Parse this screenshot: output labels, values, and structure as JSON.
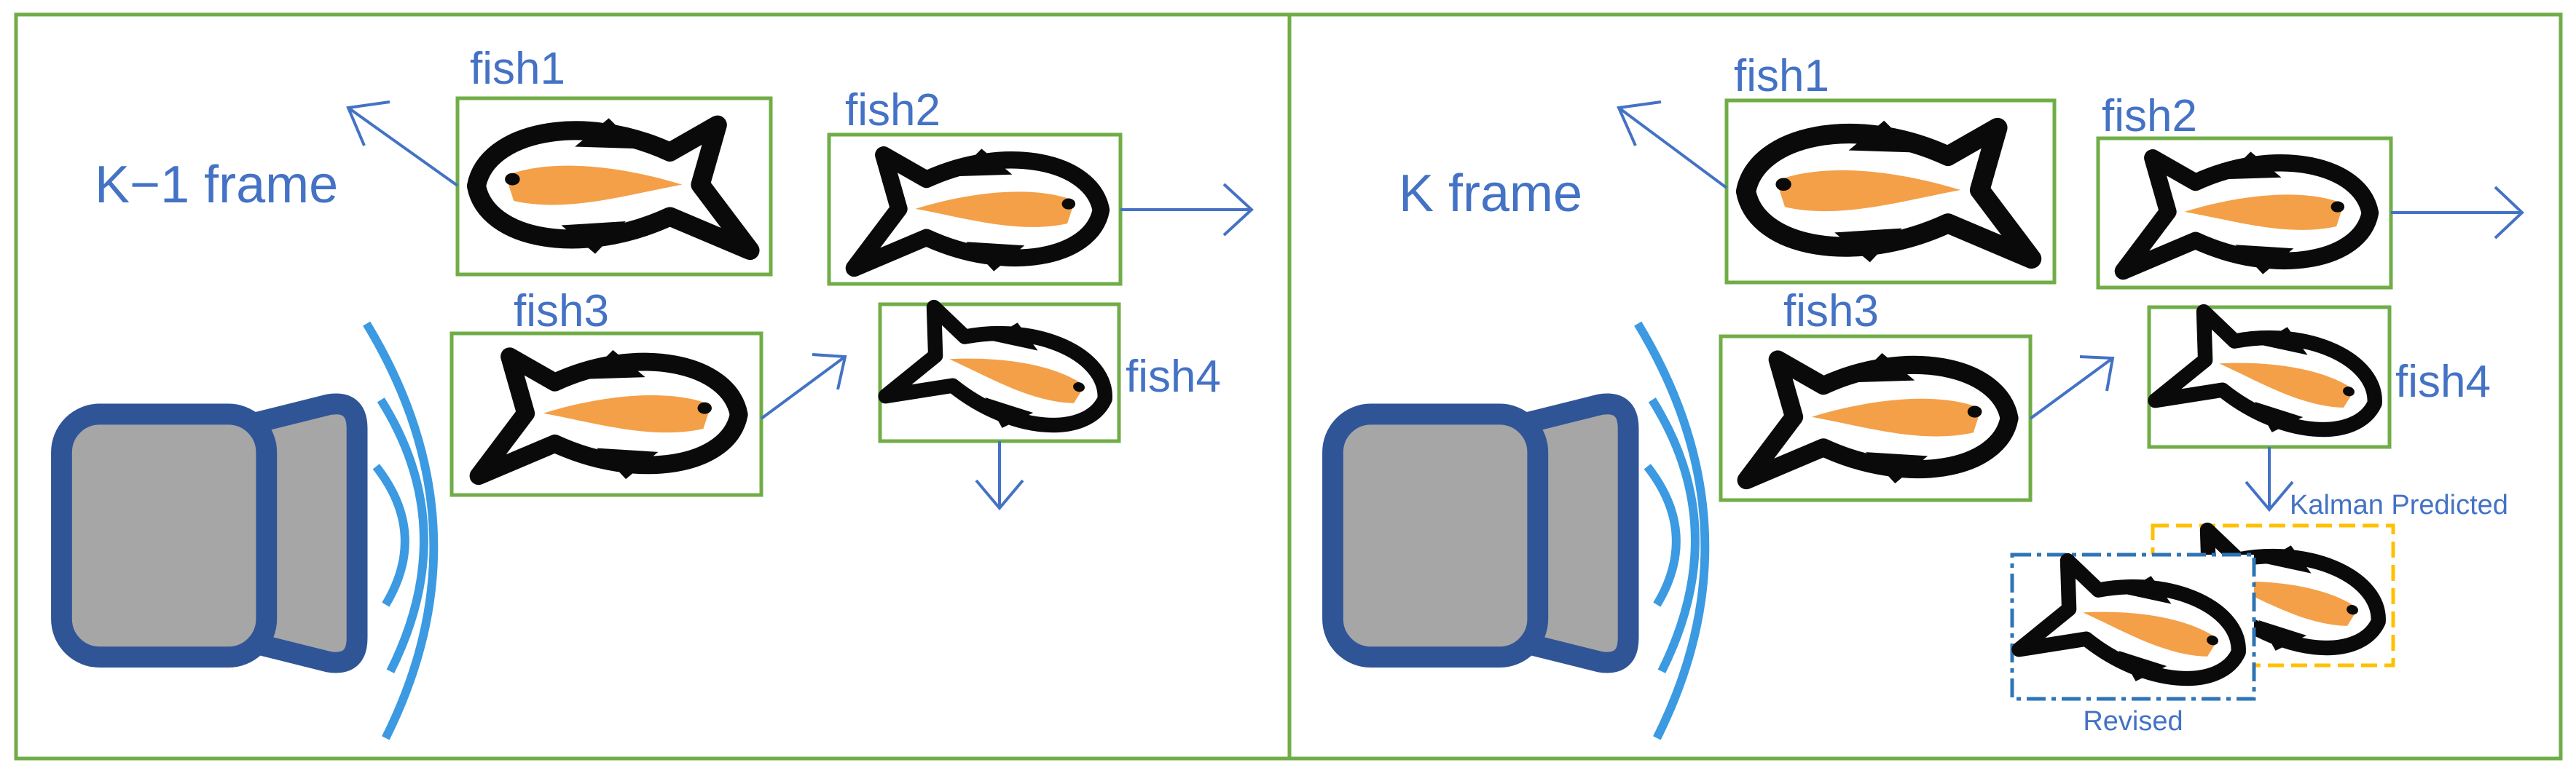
{
  "panels": [
    {
      "frame_label": "K−1 frame",
      "fish": [
        {
          "label": "fish1"
        },
        {
          "label": "fish2"
        },
        {
          "label": "fish3"
        },
        {
          "label": "fish4"
        }
      ]
    },
    {
      "frame_label": "K frame",
      "fish": [
        {
          "label": "fish1"
        },
        {
          "label": "fish2"
        },
        {
          "label": "fish3"
        },
        {
          "label": "fish4"
        }
      ],
      "kalman_label": "Kalman Predicted",
      "revised_label": "Revised"
    }
  ],
  "colors": {
    "panel_border": "#70ad47",
    "box_border": "#70ad47",
    "label_text": "#4472c4",
    "arrow": "#4472c4",
    "fish_body": "#f4a048",
    "fish_outline": "#0a0a0a",
    "sonar_fill": "#a6a6a6",
    "sonar_stroke": "#2f5597",
    "sonar_waves": "#3b9ae1",
    "kalman_box": "#ffc000",
    "revised_box": "#2e75b6"
  },
  "icons": {
    "fish": "fish-icon",
    "sonar": "sonar-transducer-icon"
  }
}
